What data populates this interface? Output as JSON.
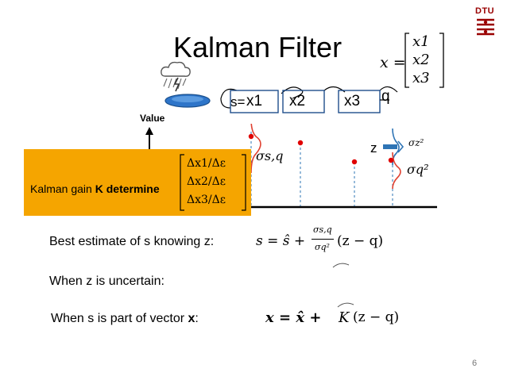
{
  "logo": {
    "text": "DTU",
    "color": "#990000"
  },
  "title": "Kalman Filter",
  "state_vector": {
    "lhs": "x =",
    "rows": [
      "x1",
      "x2",
      "x3"
    ]
  },
  "diagram": {
    "boxes": [
      {
        "label": "x1",
        "prefix": "s="
      },
      {
        "label": "x2"
      },
      {
        "label": "x3"
      }
    ],
    "q_label": "q",
    "z_label": "z",
    "value_label": "Value",
    "sigma_sq": "σs,q",
    "sigma_z2": "σz²",
    "sigma_q2": "σq²",
    "weather_icon": "storm-cloud-icon",
    "sensor_icon": "sensor-disc-icon",
    "dot_color": "#e00000",
    "curve_color": "#e04030",
    "z_curve_color": "#2e74b5"
  },
  "gain_box": {
    "text_prefix": "Kalman gain ",
    "text_bold": "K",
    "text_bold2": "determine",
    "matrix_rows": [
      "Δx1/Δε",
      "Δx2/Δε",
      "Δx3/Δε"
    ],
    "background": "#f5a500"
  },
  "lines": {
    "best_estimate_label": "Best estimate of s knowing z:",
    "best_estimate_lhs": "s = ŝ +",
    "best_estimate_num": "σs,q",
    "best_estimate_den": "σq²",
    "best_estimate_rhs": "(z − q)",
    "uncertain_label": "When z is uncertain:",
    "vector_label_prefix": "When s is part of vector ",
    "vector_label_bold": "x",
    "vector_label_suffix": ":",
    "vector_formula_lhs": "x = x̂ +",
    "vector_formula_k": "K",
    "vector_formula_rhs": "(z − q)"
  },
  "page_number": "6"
}
